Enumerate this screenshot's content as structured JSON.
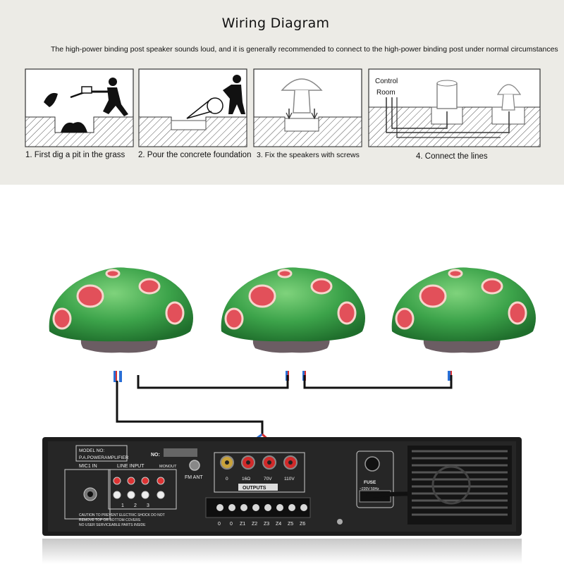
{
  "title": "Wiring Diagram",
  "subtitle": "The high-power binding post speaker sounds loud, and it is generally recommended to connect to the high-power binding post under normal circumstances",
  "steps": [
    {
      "label": "1. First dig a pit in the grass"
    },
    {
      "label": "2. Pour the concrete foundation"
    },
    {
      "label": "3. Fix the speakers with screws"
    },
    {
      "label": "4. Connect the lines"
    }
  ],
  "control_room_label": [
    "Control",
    "Room"
  ],
  "amplifier": {
    "model_no": "MODEL NO:",
    "model_name": "P.A.POWERAMPLIFIER",
    "serial_no": "NO:",
    "mic_label": "MIC1 IN",
    "line_input": "LINE INPUT",
    "monout": "MONOUT",
    "line_numbers": [
      "1",
      "2",
      "3"
    ],
    "fm_label": "FM ANT",
    "outputs_label": "OUTPUTS",
    "output_terminals": [
      "0",
      "16Ω",
      "70V",
      "110V"
    ],
    "zone_labels": [
      "0",
      "0",
      "Z1",
      "Z2",
      "Z3",
      "Z4",
      "Z5",
      "Z6"
    ],
    "fuse_label": "FUSE",
    "voltage_label": "~220V 50Hz",
    "caution": [
      "CAUTION TO PREVENT ELECTRIC SHOCK DO NOT",
      "REMOVE TOP OR BOTTOM COVERS",
      "NO USER SERVICEABLE PARTS INSIDE"
    ]
  },
  "speaker_count": 3,
  "colors": {
    "mushroom_cap": "#3ca34a",
    "cap_spots": "#e2505a",
    "trunk": "#5e4238",
    "wire_positive": "#d93030",
    "wire_negative": "#2a6fd6",
    "amp_body": "#1c1c1c"
  }
}
